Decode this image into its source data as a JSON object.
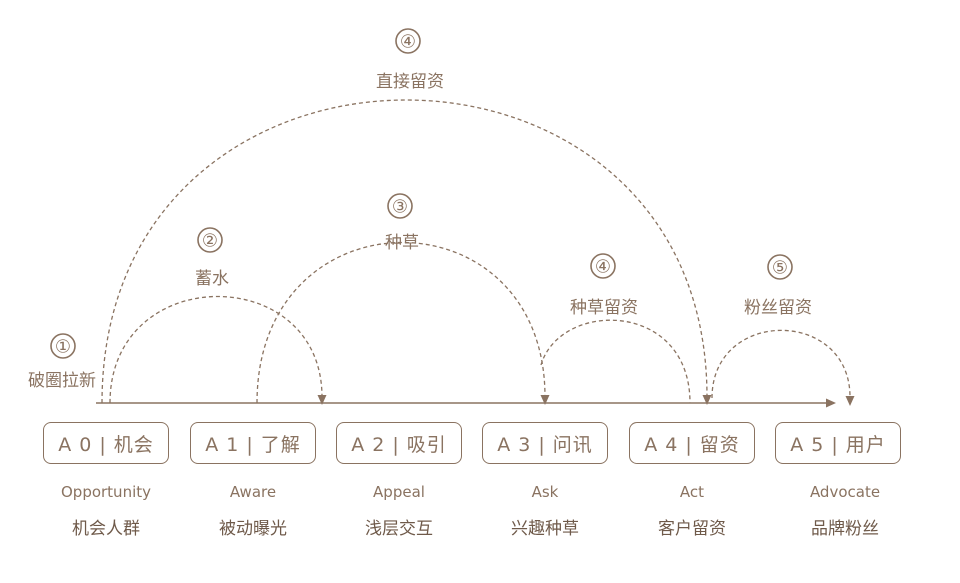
{
  "stages": [
    {
      "code": "A 0 | 机会",
      "en": "Opportunity",
      "cn": "机会人群"
    },
    {
      "code": "A 1 | 了解",
      "en": "Aware",
      "cn": "被动曝光"
    },
    {
      "code": "A 2 | 吸引",
      "en": "Appeal",
      "cn": "浅层交互"
    },
    {
      "code": "A 3 | 问讯",
      "en": "Ask",
      "cn": "兴趣种草"
    },
    {
      "code": "A 4 | 留资",
      "en": "Act",
      "cn": "客户留资"
    },
    {
      "code": "A 5 | 用户",
      "en": "Advocate",
      "cn": "品牌粉丝"
    }
  ],
  "arcs": [
    {
      "num": "①",
      "label": "破圈拉新"
    },
    {
      "num": "②",
      "label": "蓄水"
    },
    {
      "num": "③",
      "label": "种草"
    },
    {
      "num": "④",
      "label": "种草留资"
    },
    {
      "num": "④",
      "label": "直接留资"
    },
    {
      "num": "⑤",
      "label": "粉丝留资"
    }
  ],
  "colors": {
    "stroke": "#8a7361",
    "text_dark": "#6f5a4a"
  }
}
